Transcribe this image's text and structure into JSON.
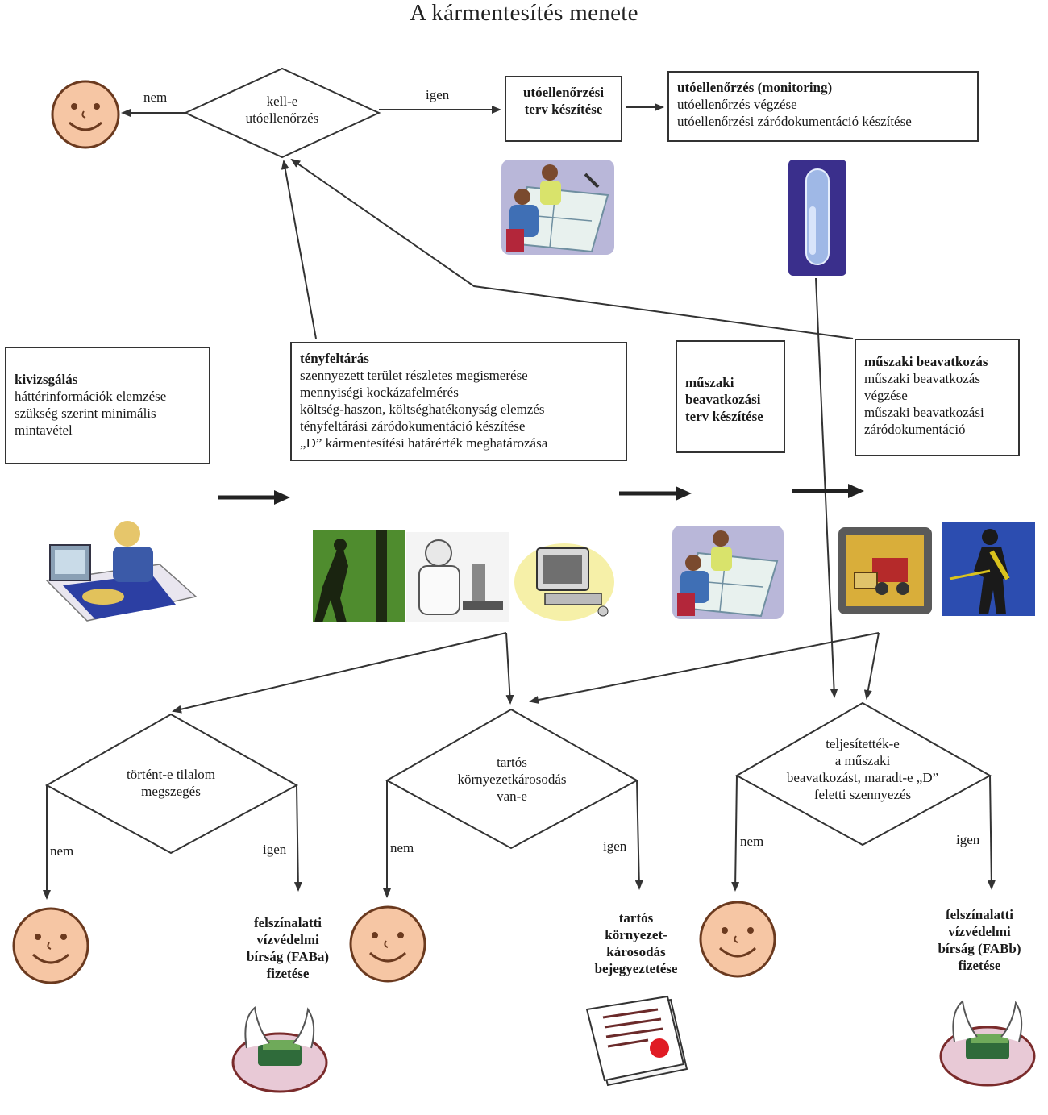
{
  "title": "A kármentesítés menete",
  "top": {
    "decision": [
      "kell-e",
      "utóellenőrzés"
    ],
    "no_label": "nem",
    "yes_label": "igen",
    "plan_box": [
      "utóellenőrzési",
      "terv készítése"
    ],
    "monitoring_box": [
      "utóellenőrzés (monitoring)",
      "utóellenőrzés végzése",
      "utóellenőrzési záródokumentáció készítése"
    ]
  },
  "stages": {
    "investigation": [
      "kivizsgálás",
      "háttérinformációk elemzése",
      "szükség szerint minimális",
      "mintavétel"
    ],
    "fact_finding": [
      "tényfeltárás",
      "szennyezett terület részletes megismerése",
      "mennyiségi kockázafelmérés",
      "költség-haszon, költséghatékonyság elemzés",
      "tényfeltárási záródokumentáció készítése",
      "„D” kármentesítési határérték meghatározása"
    ],
    "tech_plan": [
      "műszaki",
      "beavatkozási",
      "terv készítése"
    ],
    "tech_intervention": [
      "műszaki beavatkozás",
      "műszaki beavatkozás",
      "végzése",
      "műszaki beavatkozási",
      "záródokumentáció"
    ]
  },
  "decisions": {
    "prohibition": [
      "történt-e tilalom",
      "megszegés"
    ],
    "damage": [
      "tartós",
      "környezetkárosodás",
      "van-e"
    ],
    "completed": [
      "teljesítették-e",
      "a műszaki",
      "beavatkozást, maradt-e „D”",
      "feletti szennyezés"
    ]
  },
  "branch_labels": {
    "no": "nem",
    "yes": "igen"
  },
  "outcomes": {
    "fine_a": [
      "felszínalatti",
      "vízvédelmi",
      "bírság (FABa)",
      "fizetése"
    ],
    "registration": [
      "tartós",
      "környezet-",
      "károsodás",
      "bejegyeztetése"
    ],
    "fine_b": [
      "felszínalatti",
      "vízvédelmi",
      "bírság (FABb)",
      "fizetése"
    ]
  },
  "colors": {
    "line": "#333333",
    "face": "#f6c6a4",
    "face_stroke": "#6b3a1f",
    "seal": "#e01b24"
  }
}
